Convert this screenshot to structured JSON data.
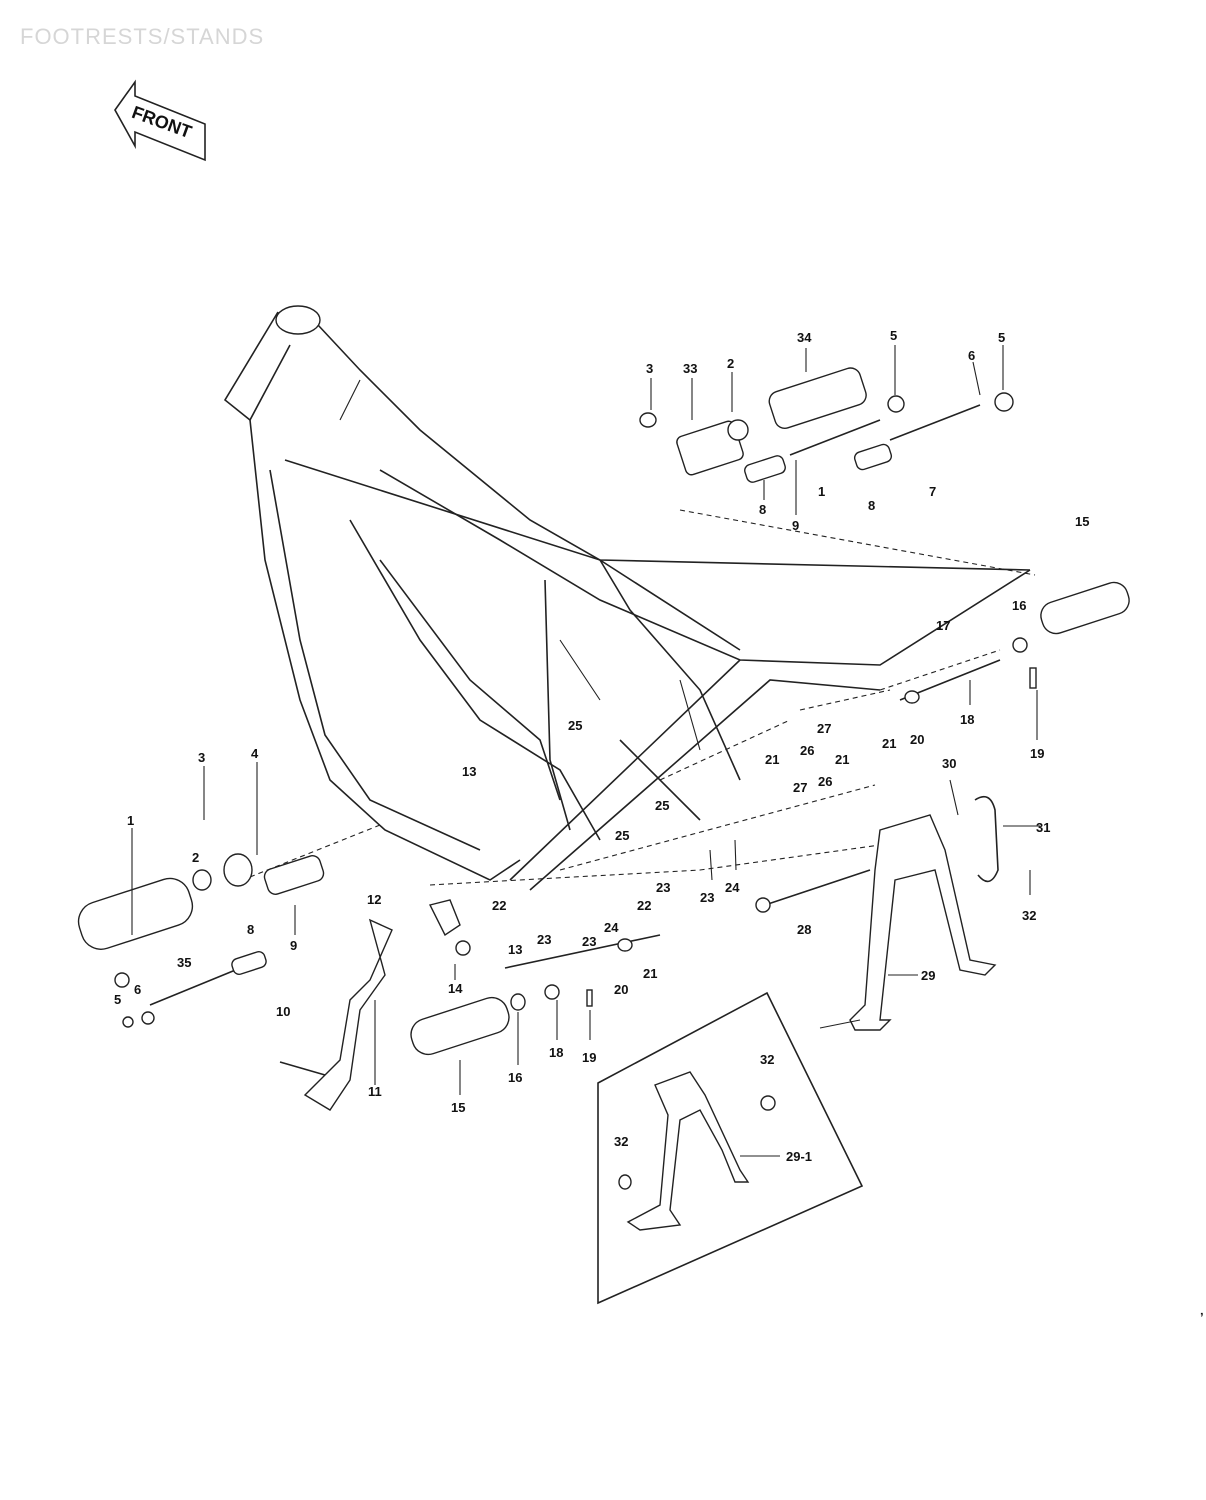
{
  "header": {
    "title": "FOOTRESTS/STANDS"
  },
  "front_marker": {
    "label": "FRONT"
  },
  "page_mark": "ʼ",
  "callouts": [
    {
      "id": "c-3-top",
      "text": "3"
    },
    {
      "id": "c-33",
      "text": "33"
    },
    {
      "id": "c-2-top",
      "text": "2"
    },
    {
      "id": "c-34",
      "text": "34"
    },
    {
      "id": "c-5-top",
      "text": "5"
    },
    {
      "id": "c-6-top",
      "text": "6"
    },
    {
      "id": "c-5b-top",
      "text": "5"
    },
    {
      "id": "c-8-top",
      "text": "8"
    },
    {
      "id": "c-1-top",
      "text": "1"
    },
    {
      "id": "c-9-top",
      "text": "9"
    },
    {
      "id": "c-8b-top",
      "text": "8"
    },
    {
      "id": "c-7-top",
      "text": "7"
    },
    {
      "id": "c-15-right",
      "text": "15"
    },
    {
      "id": "c-16-right",
      "text": "16"
    },
    {
      "id": "c-17-right",
      "text": "17"
    },
    {
      "id": "c-18-right",
      "text": "18"
    },
    {
      "id": "c-19-right",
      "text": "19"
    },
    {
      "id": "c-21-right",
      "text": "21"
    },
    {
      "id": "c-20-right",
      "text": "20"
    },
    {
      "id": "c-25-a",
      "text": "25"
    },
    {
      "id": "c-27-a",
      "text": "27"
    },
    {
      "id": "c-26-a",
      "text": "26"
    },
    {
      "id": "c-21-b",
      "text": "21"
    },
    {
      "id": "c-21-c",
      "text": "21"
    },
    {
      "id": "c-27-b",
      "text": "27"
    },
    {
      "id": "c-26-b",
      "text": "26"
    },
    {
      "id": "c-25-b",
      "text": "25"
    },
    {
      "id": "c-25-c",
      "text": "25"
    },
    {
      "id": "c-13-a",
      "text": "13"
    },
    {
      "id": "c-30",
      "text": "30"
    },
    {
      "id": "c-31",
      "text": "31"
    },
    {
      "id": "c-3-left",
      "text": "3"
    },
    {
      "id": "c-4-left",
      "text": "4"
    },
    {
      "id": "c-1-left",
      "text": "1"
    },
    {
      "id": "c-2-left",
      "text": "2"
    },
    {
      "id": "c-9-left",
      "text": "9"
    },
    {
      "id": "c-8-left",
      "text": "8"
    },
    {
      "id": "c-35",
      "text": "35"
    },
    {
      "id": "c-6-left",
      "text": "6"
    },
    {
      "id": "c-5-left",
      "text": "5"
    },
    {
      "id": "c-12",
      "text": "12"
    },
    {
      "id": "c-14",
      "text": "14"
    },
    {
      "id": "c-10",
      "text": "10"
    },
    {
      "id": "c-11",
      "text": "11"
    },
    {
      "id": "c-15-left",
      "text": "15"
    },
    {
      "id": "c-16-left",
      "text": "16"
    },
    {
      "id": "c-18-left",
      "text": "18"
    },
    {
      "id": "c-19-left",
      "text": "19"
    },
    {
      "id": "c-13-b",
      "text": "13"
    },
    {
      "id": "c-20-left",
      "text": "20"
    },
    {
      "id": "c-21-left",
      "text": "21"
    },
    {
      "id": "c-22-a",
      "text": "22"
    },
    {
      "id": "c-23-a",
      "text": "23"
    },
    {
      "id": "c-23-b",
      "text": "23"
    },
    {
      "id": "c-24-a",
      "text": "24"
    },
    {
      "id": "c-22-b",
      "text": "22"
    },
    {
      "id": "c-23-c",
      "text": "23"
    },
    {
      "id": "c-23-d",
      "text": "23"
    },
    {
      "id": "c-24-b",
      "text": "24"
    },
    {
      "id": "c-28",
      "text": "28"
    },
    {
      "id": "c-29",
      "text": "29"
    },
    {
      "id": "c-32-right",
      "text": "32"
    },
    {
      "id": "c-32-inset-a",
      "text": "32"
    },
    {
      "id": "c-32-inset-b",
      "text": "32"
    },
    {
      "id": "c-29-1",
      "text": "29-1"
    }
  ]
}
